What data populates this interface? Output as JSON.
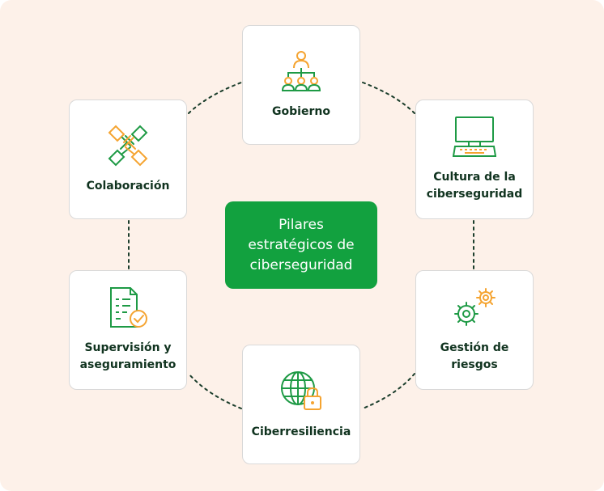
{
  "center": {
    "title": "Pilares estratégicos de ciberseguridad"
  },
  "pillars": [
    {
      "id": "gobierno",
      "label": "Gobierno",
      "icon": "org-chart-icon"
    },
    {
      "id": "cultura",
      "label": "Cultura de la ciberseguridad",
      "icon": "computer-icon"
    },
    {
      "id": "colaboracion",
      "label": "Colaboración",
      "icon": "handshake-icon"
    },
    {
      "id": "gestion",
      "label": "Gestión de riesgos",
      "icon": "gears-icon"
    },
    {
      "id": "supervision",
      "label": "Supervisión y aseguramiento",
      "icon": "document-check-icon"
    },
    {
      "id": "ciberresiliencia",
      "label": "Ciberresiliencia",
      "icon": "globe-lock-icon"
    }
  ],
  "colors": {
    "background": "#fdf1e9",
    "accent_green": "#12a13f",
    "icon_green": "#1e9a45",
    "icon_orange": "#f5a431",
    "connector": "#1a3d2b"
  }
}
